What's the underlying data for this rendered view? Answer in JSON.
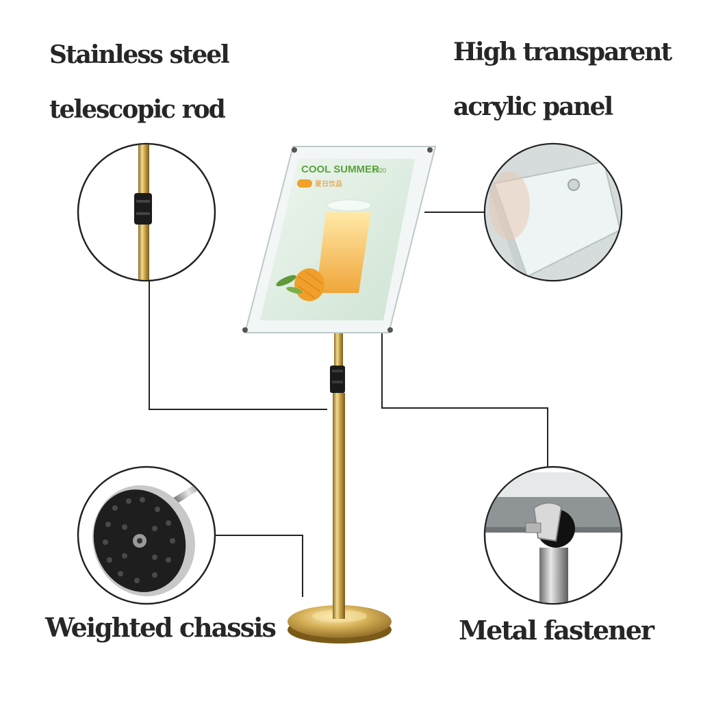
{
  "labels": {
    "rod_line1": "Stainless steel",
    "rod_line2": "telescopic rod",
    "panel_line1": "High transparent",
    "panel_line2": "acrylic panel",
    "chassis": "Weighted chassis",
    "fastener": "Metal fastener"
  },
  "poster": {
    "headline": "COOL SUMMER",
    "tag": "2020",
    "subtitle": "夏日饮品"
  },
  "colors": {
    "gold": "#c9a24a",
    "label_text": "#262626",
    "poster_green": "#cfe7d6",
    "headline": "#5aa23a",
    "mango": "#f1a12a"
  }
}
